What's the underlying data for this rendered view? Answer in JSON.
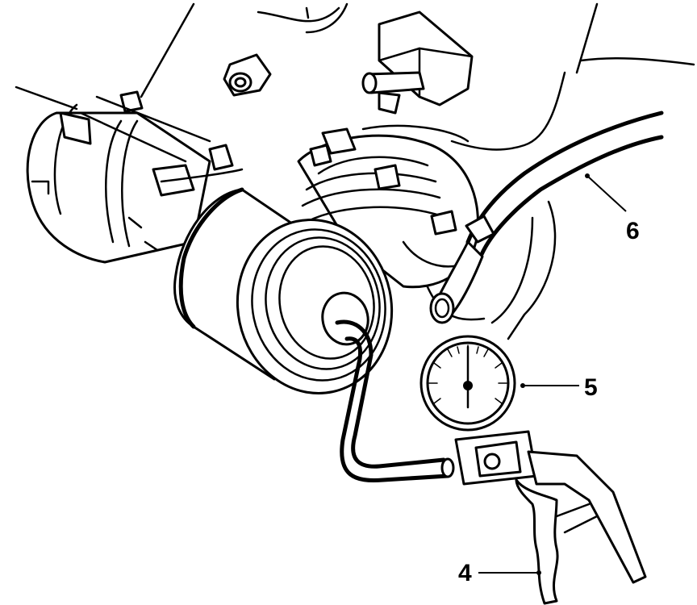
{
  "callouts": [
    {
      "number": "4"
    },
    {
      "number": "5"
    },
    {
      "number": "6"
    }
  ],
  "colors": {
    "line": "#000000",
    "background": "#ffffff"
  }
}
